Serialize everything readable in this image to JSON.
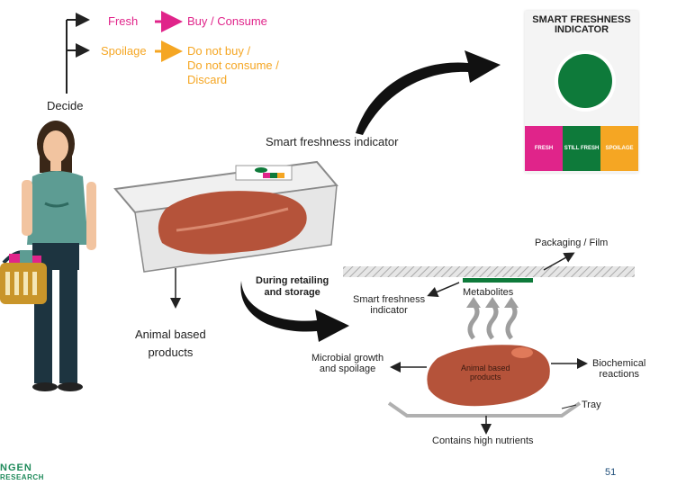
{
  "decision": {
    "fresh": "Fresh",
    "buy": "Buy / Consume",
    "spoilage": "Spoilage",
    "discard": [
      "Do not buy /",
      "Do not consume /",
      "Discard"
    ],
    "decide": "Decide"
  },
  "indicator_card": {
    "title": [
      "SMART FRESHNESS",
      "INDICATOR"
    ],
    "segments": [
      "FRESH",
      "STILL FRESH",
      "SPOILAGE"
    ]
  },
  "labels": {
    "smart_indicator": "Smart  freshness indicator",
    "animal_products": [
      "Animal based",
      "products"
    ],
    "during": [
      "During retailing",
      "and storage"
    ],
    "packaging": "Packaging / Film",
    "smart_indicator_small": [
      "Smart freshness",
      "indicator"
    ],
    "metabolites": "Metabolites",
    "microbial": [
      "Microbial growth",
      "and spoilage"
    ],
    "meat": [
      "Animal based",
      "products"
    ],
    "biochemical": [
      "Biochemical",
      "reactions"
    ],
    "tray": "Tray",
    "nutrients": "Contains high nutrients"
  },
  "footer": {
    "logo_top": "NGEN",
    "logo_bottom": "RESEARCH",
    "page": "51"
  },
  "colors": {
    "fresh": "#e0248a",
    "spoilage": "#f5a623",
    "still_fresh": "#0e7a3a",
    "meat": "#b5533a",
    "film": "#bdbdbd"
  }
}
